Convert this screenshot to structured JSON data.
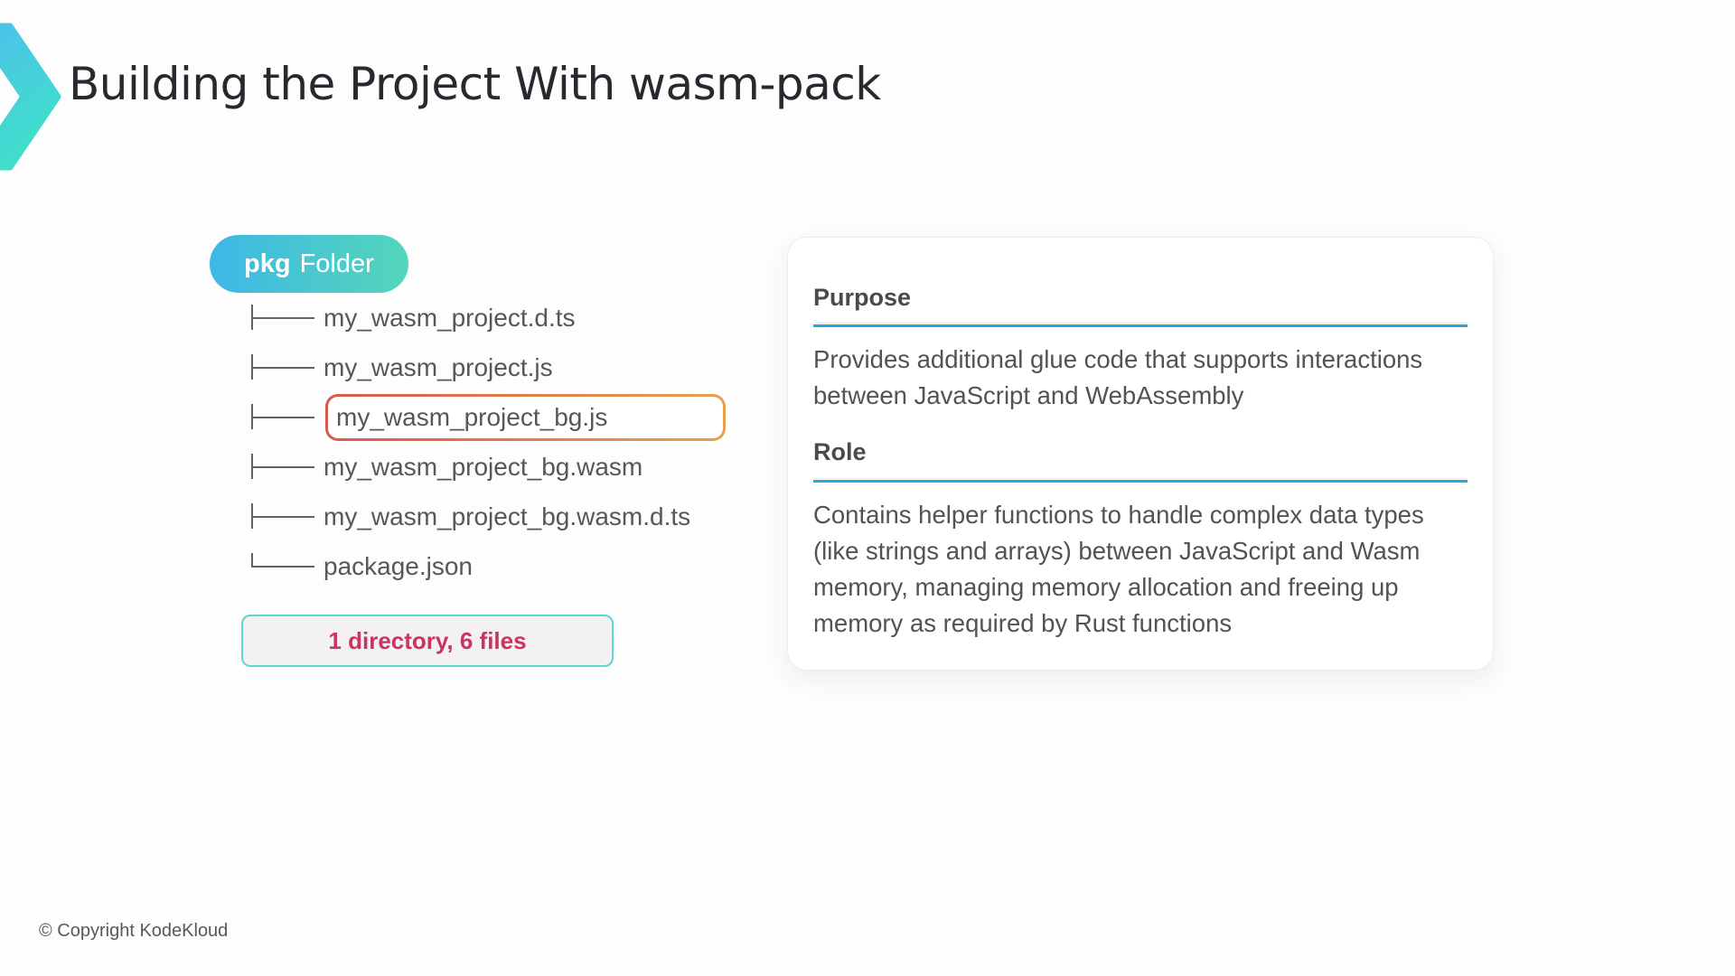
{
  "slide": {
    "title": "Building the Project With wasm-pack",
    "footer": "© Copyright KodeKloud"
  },
  "badge": {
    "prefix": "pkg",
    "label": "Folder"
  },
  "tree": {
    "files": [
      {
        "name": "my_wasm_project.d.ts",
        "highlighted": false,
        "last": false
      },
      {
        "name": "my_wasm_project.js",
        "highlighted": false,
        "last": false
      },
      {
        "name": "my_wasm_project_bg.js",
        "highlighted": true,
        "last": false
      },
      {
        "name": "my_wasm_project_bg.wasm",
        "highlighted": false,
        "last": false
      },
      {
        "name": "my_wasm_project_bg.wasm.d.ts",
        "highlighted": false,
        "last": false
      },
      {
        "name": "package.json",
        "highlighted": false,
        "last": true
      }
    ],
    "summary": "1 directory, 6 files"
  },
  "card": {
    "sections": [
      {
        "heading": "Purpose",
        "body": "Provides additional glue code that supports interactions between JavaScript and WebAssembly"
      },
      {
        "heading": "Role",
        "body": "Contains helper functions to handle complex data types (like strings and arrays) between JavaScript and Wasm memory, managing memory allocation and freeing up memory as required by Rust functions"
      }
    ]
  },
  "colors": {
    "accent_blue": "#2ba7e0",
    "badge_gradient_start": "#3eb7e6",
    "badge_gradient_end": "#54d6bb",
    "logo_gradient_start": "#4cc3e9",
    "logo_gradient_end": "#3fe0c8",
    "highlight_border_start": "#d65a4f",
    "highlight_border_end": "#e8a04d",
    "summary_border": "#62d4d8",
    "summary_bg": "#f4f1f3",
    "summary_text": "#c93560"
  }
}
